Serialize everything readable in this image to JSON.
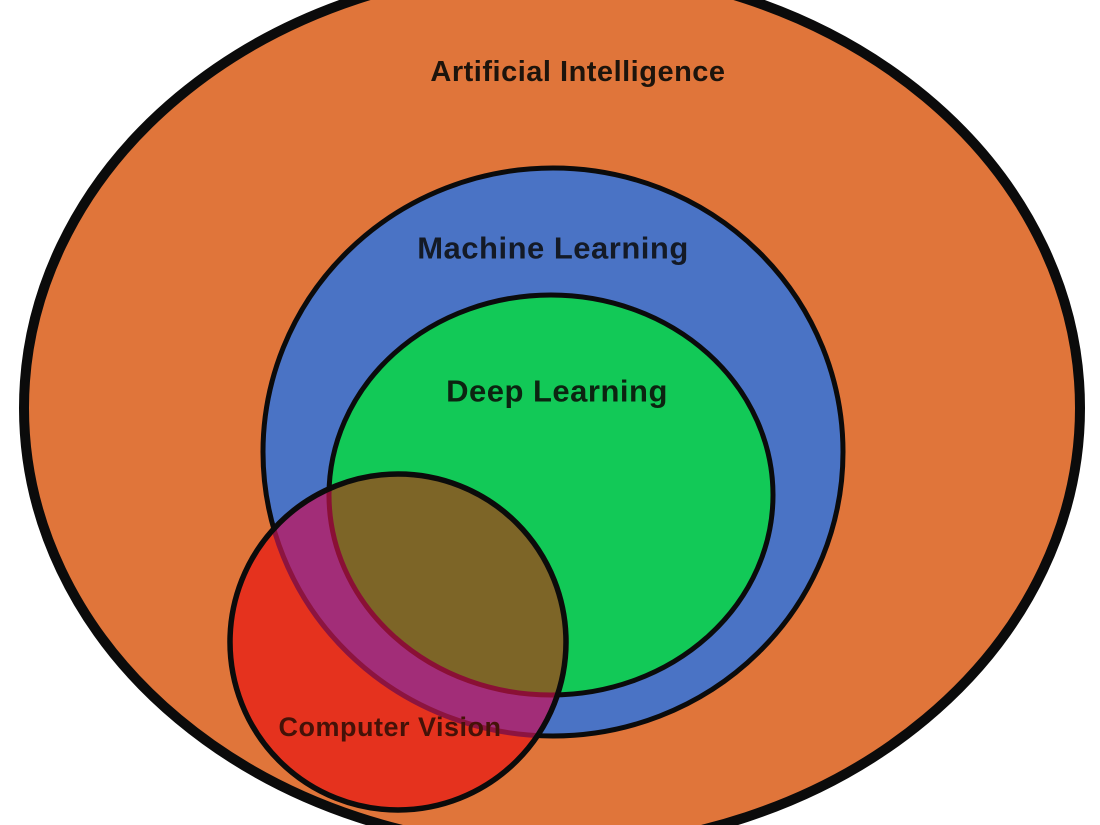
{
  "diagram": {
    "type": "euler-venn",
    "background_color": "#ffffff",
    "outline_color": "#0b0b0b",
    "sets": [
      {
        "id": "artificial-intelligence",
        "label": "Artificial Intelligence",
        "fill": "#E0753A",
        "label_color": "#1d140c",
        "contains": [
          "Machine Learning",
          "Deep Learning",
          "Computer Vision"
        ]
      },
      {
        "id": "machine-learning",
        "label": "Machine Learning",
        "fill": "#4A73C5",
        "label_color": "#141a26",
        "contains": [
          "Deep Learning"
        ]
      },
      {
        "id": "deep-learning",
        "label": "Deep Learning",
        "fill": "#12C957",
        "label_color": "#0c2411",
        "contains": []
      },
      {
        "id": "computer-vision",
        "label": "Computer Vision",
        "fill": "#E5321E",
        "label_color": "#441208",
        "contains": []
      }
    ],
    "overlaps": [
      {
        "id": "cv-ml-overlap",
        "between": [
          "Computer Vision",
          "Machine Learning"
        ],
        "fill": "#A22D78",
        "edge_color": "#8C1440"
      },
      {
        "id": "cv-dl-overlap",
        "between": [
          "Computer Vision",
          "Deep Learning"
        ],
        "fill": "#7D6527",
        "edge_color": "#8A1035"
      }
    ]
  }
}
